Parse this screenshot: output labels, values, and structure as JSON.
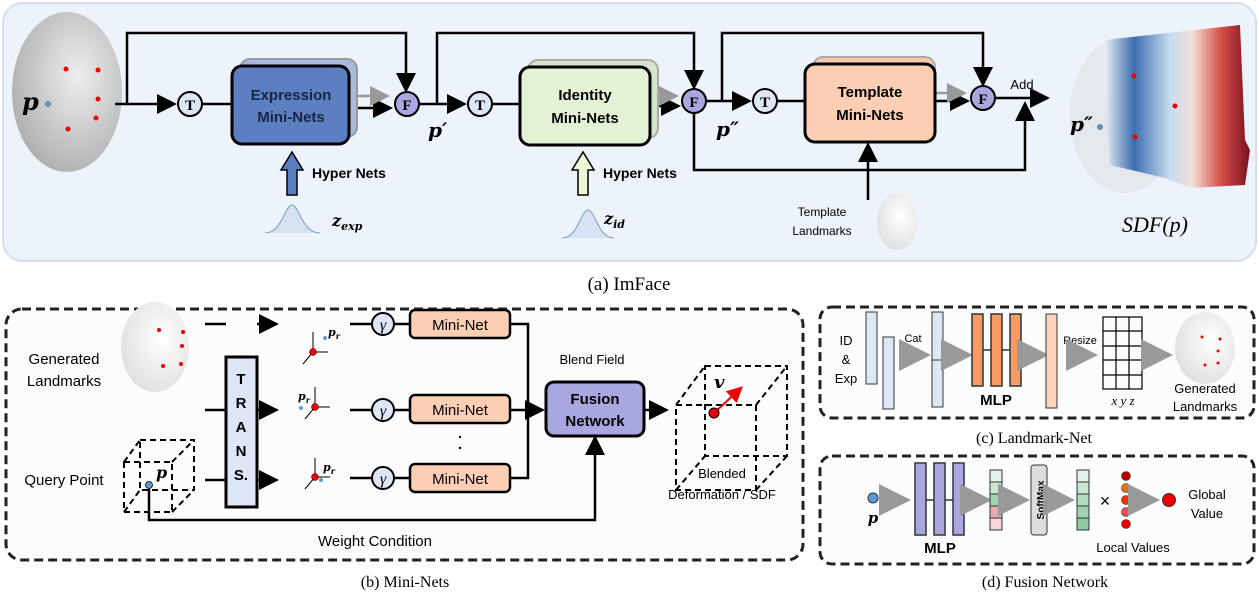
{
  "panel_a": {
    "caption": "(a) ImFace",
    "p_label": "p",
    "p_prime": "p′",
    "p_double_prime": "p″",
    "t_node": "T",
    "f_node": "F",
    "expression_box": [
      "Expression",
      "Mini-Nets"
    ],
    "identity_box": [
      "Identity",
      "Mini-Nets"
    ],
    "template_box": [
      "Template",
      "Mini-Nets"
    ],
    "hyper_nets": "Hyper Nets",
    "z_exp": "z",
    "z_exp_sub": "exp",
    "z_id": "z",
    "z_id_sub": "id",
    "add": "Add",
    "template_landmarks": [
      "Template",
      "Landmarks"
    ],
    "sdf": "SDF(p)",
    "colors": {
      "expression": "#5b7fc0",
      "identity": "#e3f2d5",
      "template": "#fccfb5",
      "f_node": "#a9a7e0",
      "background": "#edf3fb"
    }
  },
  "panel_b": {
    "caption": "(b) Mini-Nets",
    "generated_landmarks": [
      "Generated",
      "Landmarks"
    ],
    "query_point": "Query Point",
    "p": "p",
    "trans": [
      "T",
      "R",
      "A",
      "N",
      "S."
    ],
    "pr": "p",
    "pr_sub": "r",
    "gamma": "γ",
    "mini_net": "Mini-Net",
    "ellipsis": "·\n·",
    "blend_field": "Blend Field",
    "fusion": [
      "Fusion",
      "Network"
    ],
    "v": "v",
    "output": [
      "Blended",
      "Deformation / SDF"
    ],
    "weight_condition": "Weight Condition"
  },
  "panel_c": {
    "caption": "(c) Landmark-Net",
    "input": [
      "ID",
      "&",
      "Exp"
    ],
    "cat": "Cat",
    "mlp": "MLP",
    "resize": "Resize",
    "xyz": "x y z",
    "output": [
      "Generated",
      "Landmarks"
    ]
  },
  "panel_d": {
    "caption": "(d) Fusion Network",
    "p": "p",
    "mlp": "MLP",
    "softmax": "SoftMax",
    "times": "×",
    "local_values": "Local Values",
    "global_value": [
      "Global",
      "Value"
    ]
  }
}
